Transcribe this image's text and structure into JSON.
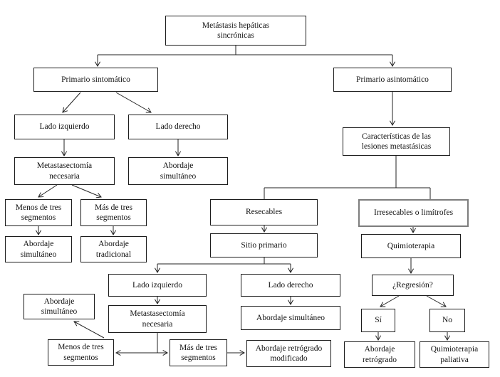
{
  "diagram": {
    "type": "flowchart",
    "language": "es",
    "colors": {
      "background": "#ffffff",
      "box_border": "#1c1c1c",
      "highlight_box_border": "#7d7d7d",
      "text": "#111111",
      "connector": "#222222"
    },
    "nodes": [
      {
        "id": "metastasis-hepaticas-sincronicas",
        "label": "Metástasis hepáticas\nsincrónicas"
      },
      {
        "id": "primario-sintomatico",
        "label": "Primario sintomático"
      },
      {
        "id": "primario-asintomatico",
        "label": "Primario asintomático"
      },
      {
        "id": "lado-izquierdo-superior",
        "label": "Lado izquierdo"
      },
      {
        "id": "lado-derecho-superior",
        "label": "Lado derecho"
      },
      {
        "id": "metastasectomia-necesaria-superior",
        "label": "Metastasectomía\nnecesaria"
      },
      {
        "id": "abordaje-simultaneo-lado-derecho",
        "label": "Abordaje\nsimultáneo"
      },
      {
        "id": "caracteristicas-lesiones-metastasicas",
        "label": "Características de las\nlesiones metastásicas"
      },
      {
        "id": "menos-de-tres-segmentos-superior",
        "label": "Menos de tres\nsegmentos"
      },
      {
        "id": "mas-de-tres-segmentos-superior",
        "label": "Más de tres\nsegmentos"
      },
      {
        "id": "abordaje-simultaneo-menos-tres",
        "label": "Abordaje\nsimultáneo"
      },
      {
        "id": "abordaje-tradicional",
        "label": "Abordaje\ntradicional"
      },
      {
        "id": "resecables",
        "label": "Resecables"
      },
      {
        "id": "irresecables-o-limitrofes",
        "label": "Irresecables o limítrofes"
      },
      {
        "id": "sitio-primario",
        "label": "Sitio primario"
      },
      {
        "id": "quimioterapia",
        "label": "Quimioterapia"
      },
      {
        "id": "lado-izquierdo-inferior",
        "label": "Lado izquierdo"
      },
      {
        "id": "lado-derecho-inferior",
        "label": "Lado derecho"
      },
      {
        "id": "regresion",
        "label": "¿Regresión?"
      },
      {
        "id": "metastasectomia-necesaria-inferior",
        "label": "Metastasectomía\nnecesaria"
      },
      {
        "id": "abordaje-simultaneo-inferior",
        "label": "Abordaje simultáneo"
      },
      {
        "id": "si",
        "label": "Sí"
      },
      {
        "id": "no",
        "label": "No"
      },
      {
        "id": "abordaje-simultaneo-retrogrado",
        "label": "Abordaje\nsimultáneo"
      },
      {
        "id": "menos-de-tres-segmentos-inferior",
        "label": "Menos de tres\nsegmentos"
      },
      {
        "id": "mas-de-tres-segmentos-inferior",
        "label": "Más de tres\nsegmentos"
      },
      {
        "id": "abordaje-retrogrado-modificado",
        "label": "Abordaje retrógrado\nmodificado"
      },
      {
        "id": "abordaje-retrogrado",
        "label": "Abordaje\nretrógrado"
      },
      {
        "id": "quimioterapia-paliativa",
        "label": "Quimioterapia\npaliativa"
      }
    ]
  }
}
